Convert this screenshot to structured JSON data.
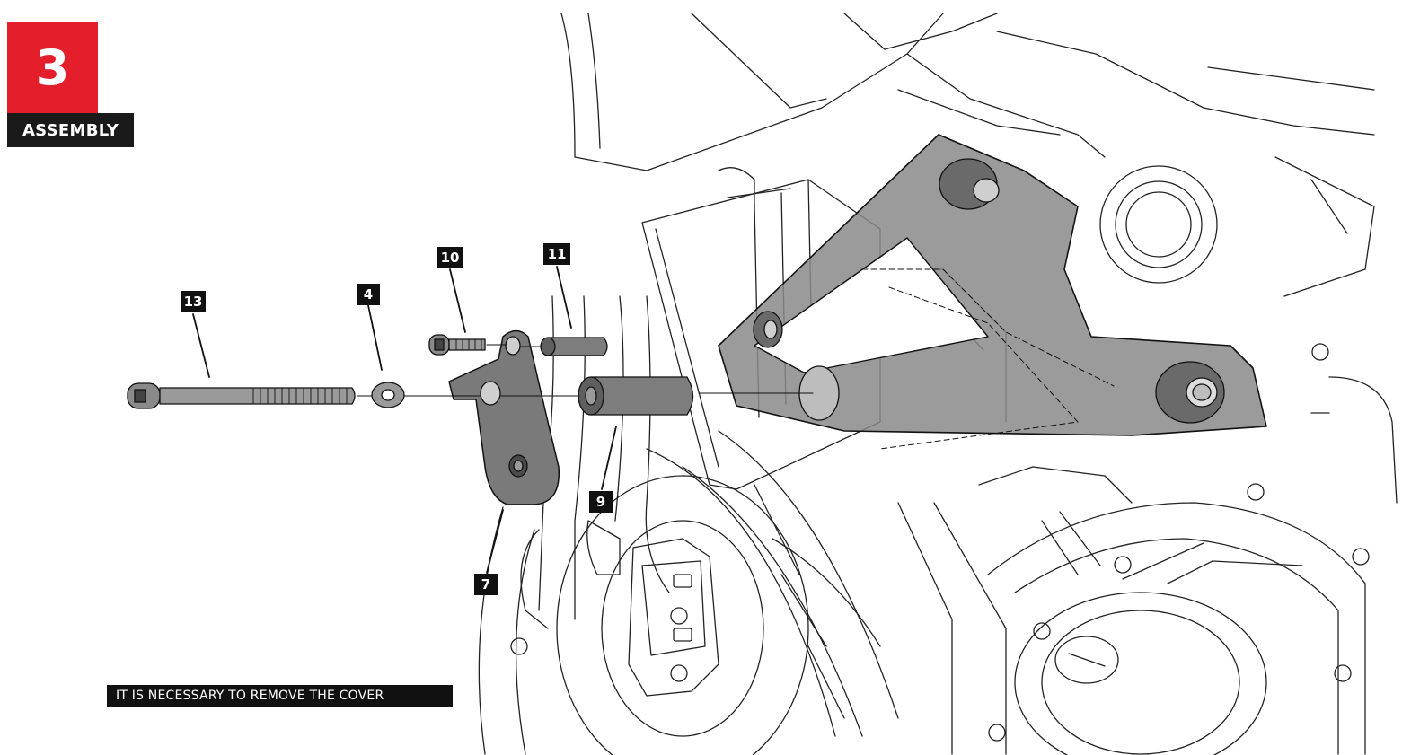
{
  "header": {
    "step_number": "3",
    "step_title": "ASSEMBLY"
  },
  "callouts": {
    "c13": "13",
    "c4": "4",
    "c10": "10",
    "c11": "11",
    "c9": "9",
    "c7": "7"
  },
  "note": "IT IS NECESSARY TO REMOVE THE COVER",
  "colors": {
    "accent": "#e41e2b",
    "label_bg": "#1a1a1a",
    "part_fill": "#8a8a8a",
    "line": "#1a1a1a"
  }
}
